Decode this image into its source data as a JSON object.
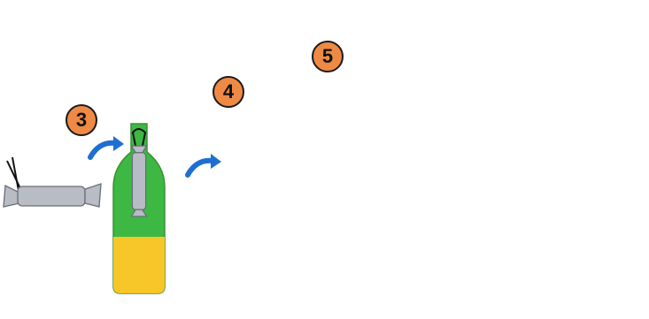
{
  "steps": [
    {
      "label": "3"
    },
    {
      "label": "4"
    },
    {
      "label": "5"
    }
  ],
  "colors": {
    "bottle_glass": "#3cb843",
    "bottle_outline": "#3d8f37",
    "liquid": "#f7c628",
    "rocket_body": "#6f92c9",
    "rocket_outline": "#4a5e83",
    "rocket_fins": "#a9cf3a",
    "cork": "#c97c4d",
    "candy_wrapper": "#b8bcc4",
    "candy_outline": "#6a6e78",
    "arrow": "#1f6fd0",
    "badge": "#ee8a45",
    "bubbles": "#ffffff"
  },
  "icons": [
    "mentos-candy-icon",
    "curved-arrow-icon",
    "bottle-icon",
    "rocket-icon",
    "cork-icon",
    "bubbles-icon"
  ]
}
